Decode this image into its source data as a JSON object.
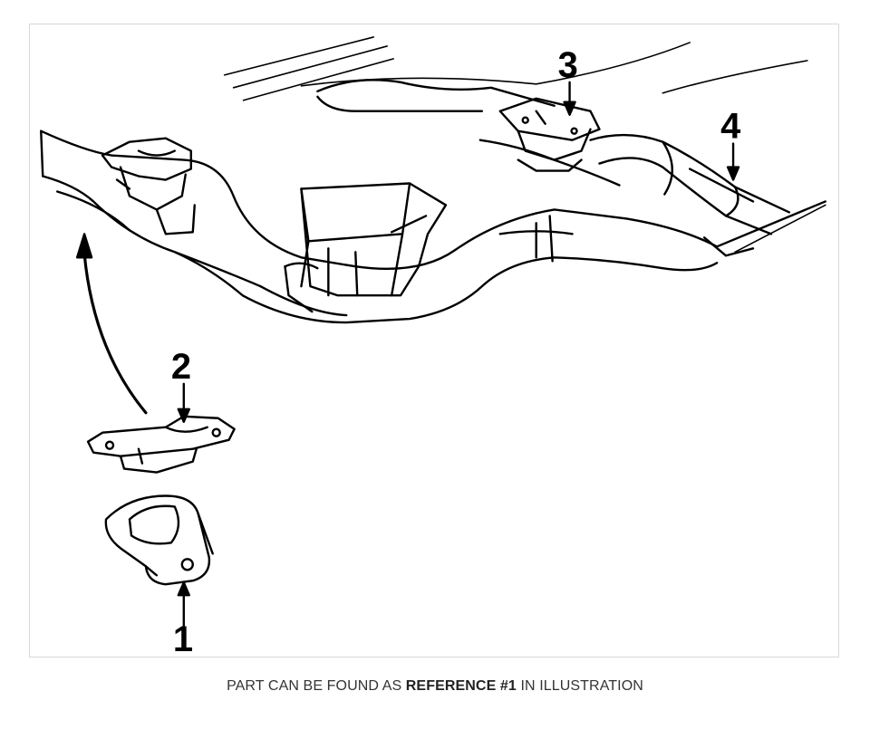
{
  "diagram": {
    "callouts": [
      {
        "id": "1",
        "label": "1"
      },
      {
        "id": "2",
        "label": "2"
      },
      {
        "id": "3",
        "label": "3"
      },
      {
        "id": "4",
        "label": "4"
      }
    ]
  },
  "caption": {
    "prefix": "PART CAN BE FOUND AS ",
    "reference": "REFERENCE #1",
    "suffix": " IN ILLUSTRATION"
  }
}
